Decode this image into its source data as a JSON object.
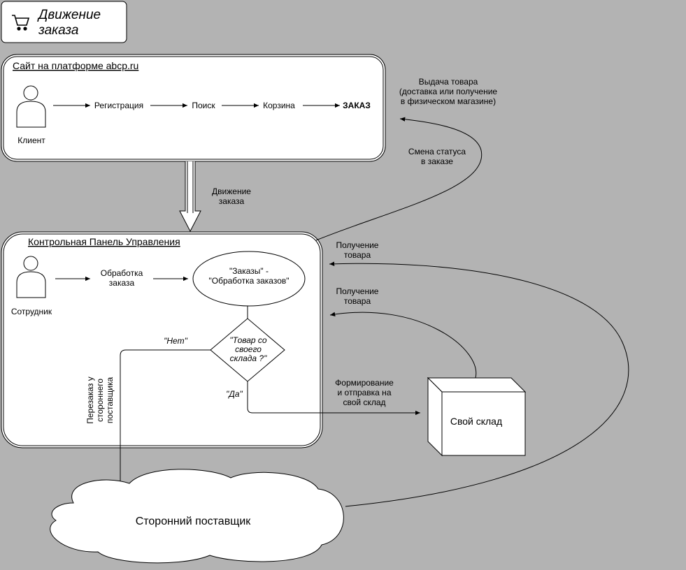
{
  "title": {
    "line1": "Движение",
    "line2": "заказа",
    "icon": "shopping-cart-icon"
  },
  "site_panel": {
    "title": "Сайт на платформе abcp.ru",
    "actor": "Клиент",
    "steps": [
      "Регистрация",
      "Поиск",
      "Корзина",
      "ЗАКАЗ"
    ]
  },
  "order_flow_label": {
    "line1": "Движение",
    "line2": "заказа"
  },
  "control_panel": {
    "title": "Контрольная Панель Управления",
    "actor": "Сотрудник",
    "processing": {
      "line1": "Обработка",
      "line2": "заказа"
    },
    "orders_node": {
      "line1": "\"Заказы\" -",
      "line2": "\"Обработка заказов\""
    },
    "decision": {
      "line1": "\"Товар со",
      "line2": "своего",
      "line3": "склада ?\""
    },
    "no_label": "\"Нет\"",
    "yes_label": "\"Да\""
  },
  "reorder_label": {
    "line1": "Перезаказ у",
    "line2": "стороннего",
    "line3": "поставщика"
  },
  "warehouse": {
    "label": "Свой склад"
  },
  "supplier": {
    "label": "Сторонний поставщик"
  },
  "edge_labels": {
    "delivery": {
      "line1": "Выдача товара",
      "line2": "(доставка или получение",
      "line3": "в физическом магазине)"
    },
    "status_change": {
      "line1": "Смена статуса",
      "line2": "в заказе"
    },
    "receive_supplier": {
      "line1": "Получение",
      "line2": "товара"
    },
    "receive_warehouse": {
      "line1": "Получение",
      "line2": "товара"
    },
    "forming": {
      "line1": "Формирование",
      "line2": "и отправка на",
      "line3": "свой склад"
    }
  }
}
